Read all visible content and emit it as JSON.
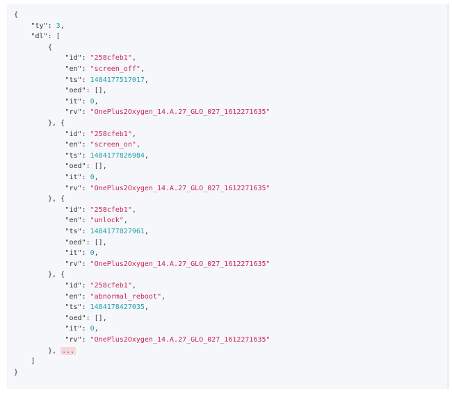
{
  "lines": [
    {
      "indent": 0,
      "parts": [
        {
          "t": "{",
          "c": "p"
        }
      ]
    },
    {
      "indent": 1,
      "parts": [
        {
          "t": "\"ty\"",
          "c": "key"
        },
        {
          "t": ": ",
          "c": "p"
        },
        {
          "t": "3",
          "c": "num"
        },
        {
          "t": ",",
          "c": "p"
        }
      ]
    },
    {
      "indent": 1,
      "parts": [
        {
          "t": "\"dl\"",
          "c": "key"
        },
        {
          "t": ": [",
          "c": "p"
        }
      ]
    },
    {
      "indent": 2,
      "parts": [
        {
          "t": "{",
          "c": "p"
        }
      ]
    },
    {
      "indent": 3,
      "parts": [
        {
          "t": "\"id\"",
          "c": "key"
        },
        {
          "t": ": ",
          "c": "p"
        },
        {
          "t": "\"258cfeb1\"",
          "c": "str"
        },
        {
          "t": ",",
          "c": "p"
        }
      ]
    },
    {
      "indent": 3,
      "parts": [
        {
          "t": "\"en\"",
          "c": "key"
        },
        {
          "t": ": ",
          "c": "p"
        },
        {
          "t": "\"screen_off\"",
          "c": "str"
        },
        {
          "t": ",",
          "c": "p"
        }
      ]
    },
    {
      "indent": 3,
      "parts": [
        {
          "t": "\"ts\"",
          "c": "key"
        },
        {
          "t": ": ",
          "c": "p"
        },
        {
          "t": "1484177517017",
          "c": "num"
        },
        {
          "t": ",",
          "c": "p"
        }
      ]
    },
    {
      "indent": 3,
      "parts": [
        {
          "t": "\"oed\"",
          "c": "key"
        },
        {
          "t": ": [],",
          "c": "p"
        }
      ]
    },
    {
      "indent": 3,
      "parts": [
        {
          "t": "\"it\"",
          "c": "key"
        },
        {
          "t": ": ",
          "c": "p"
        },
        {
          "t": "0",
          "c": "num"
        },
        {
          "t": ",",
          "c": "p"
        }
      ]
    },
    {
      "indent": 3,
      "parts": [
        {
          "t": "\"rv\"",
          "c": "key"
        },
        {
          "t": ": ",
          "c": "p"
        },
        {
          "t": "\"OnePlus2Oxygen_14.A.27_GLO_027_1612271635\"",
          "c": "str"
        }
      ]
    },
    {
      "indent": 2,
      "parts": [
        {
          "t": "}, {",
          "c": "p"
        }
      ]
    },
    {
      "indent": 3,
      "parts": [
        {
          "t": "\"id\"",
          "c": "key"
        },
        {
          "t": ": ",
          "c": "p"
        },
        {
          "t": "\"258cfeb1\"",
          "c": "str"
        },
        {
          "t": ",",
          "c": "p"
        }
      ]
    },
    {
      "indent": 3,
      "parts": [
        {
          "t": "\"en\"",
          "c": "key"
        },
        {
          "t": ": ",
          "c": "p"
        },
        {
          "t": "\"screen_on\"",
          "c": "str"
        },
        {
          "t": ",",
          "c": "p"
        }
      ]
    },
    {
      "indent": 3,
      "parts": [
        {
          "t": "\"ts\"",
          "c": "key"
        },
        {
          "t": ": ",
          "c": "p"
        },
        {
          "t": "1484177826984",
          "c": "num"
        },
        {
          "t": ",",
          "c": "p"
        }
      ]
    },
    {
      "indent": 3,
      "parts": [
        {
          "t": "\"oed\"",
          "c": "key"
        },
        {
          "t": ": [],",
          "c": "p"
        }
      ]
    },
    {
      "indent": 3,
      "parts": [
        {
          "t": "\"it\"",
          "c": "key"
        },
        {
          "t": ": ",
          "c": "p"
        },
        {
          "t": "0",
          "c": "num"
        },
        {
          "t": ",",
          "c": "p"
        }
      ]
    },
    {
      "indent": 3,
      "parts": [
        {
          "t": "\"rv\"",
          "c": "key"
        },
        {
          "t": ": ",
          "c": "p"
        },
        {
          "t": "\"OnePlus2Oxygen_14.A.27_GLO_027_1612271635\"",
          "c": "str"
        }
      ]
    },
    {
      "indent": 2,
      "parts": [
        {
          "t": "}, {",
          "c": "p"
        }
      ]
    },
    {
      "indent": 3,
      "parts": [
        {
          "t": "\"id\"",
          "c": "key"
        },
        {
          "t": ": ",
          "c": "p"
        },
        {
          "t": "\"258cfeb1\"",
          "c": "str"
        },
        {
          "t": ",",
          "c": "p"
        }
      ]
    },
    {
      "indent": 3,
      "parts": [
        {
          "t": "\"en\"",
          "c": "key"
        },
        {
          "t": ": ",
          "c": "p"
        },
        {
          "t": "\"unlock\"",
          "c": "str"
        },
        {
          "t": ",",
          "c": "p"
        }
      ]
    },
    {
      "indent": 3,
      "parts": [
        {
          "t": "\"ts\"",
          "c": "key"
        },
        {
          "t": ": ",
          "c": "p"
        },
        {
          "t": "1484177827961",
          "c": "num"
        },
        {
          "t": ",",
          "c": "p"
        }
      ]
    },
    {
      "indent": 3,
      "parts": [
        {
          "t": "\"oed\"",
          "c": "key"
        },
        {
          "t": ": [],",
          "c": "p"
        }
      ]
    },
    {
      "indent": 3,
      "parts": [
        {
          "t": "\"it\"",
          "c": "key"
        },
        {
          "t": ": ",
          "c": "p"
        },
        {
          "t": "0",
          "c": "num"
        },
        {
          "t": ",",
          "c": "p"
        }
      ]
    },
    {
      "indent": 3,
      "parts": [
        {
          "t": "\"rv\"",
          "c": "key"
        },
        {
          "t": ": ",
          "c": "p"
        },
        {
          "t": "\"OnePlus2Oxygen_14.A.27_GLO_027_1612271635\"",
          "c": "str"
        }
      ]
    },
    {
      "indent": 2,
      "parts": [
        {
          "t": "}, {",
          "c": "p"
        }
      ]
    },
    {
      "indent": 3,
      "parts": [
        {
          "t": "\"id\"",
          "c": "key"
        },
        {
          "t": ": ",
          "c": "p"
        },
        {
          "t": "\"258cfeb1\"",
          "c": "str"
        },
        {
          "t": ",",
          "c": "p"
        }
      ]
    },
    {
      "indent": 3,
      "parts": [
        {
          "t": "\"en\"",
          "c": "key"
        },
        {
          "t": ": ",
          "c": "p"
        },
        {
          "t": "\"abnormal_reboot\"",
          "c": "str"
        },
        {
          "t": ",",
          "c": "p"
        }
      ]
    },
    {
      "indent": 3,
      "parts": [
        {
          "t": "\"ts\"",
          "c": "key"
        },
        {
          "t": ": ",
          "c": "p"
        },
        {
          "t": "1484178427035",
          "c": "num"
        },
        {
          "t": ",",
          "c": "p"
        }
      ]
    },
    {
      "indent": 3,
      "parts": [
        {
          "t": "\"oed\"",
          "c": "key"
        },
        {
          "t": ": [],",
          "c": "p"
        }
      ]
    },
    {
      "indent": 3,
      "parts": [
        {
          "t": "\"it\"",
          "c": "key"
        },
        {
          "t": ": ",
          "c": "p"
        },
        {
          "t": "0",
          "c": "num"
        },
        {
          "t": ",",
          "c": "p"
        }
      ]
    },
    {
      "indent": 3,
      "parts": [
        {
          "t": "\"rv\"",
          "c": "key"
        },
        {
          "t": ": ",
          "c": "p"
        },
        {
          "t": "\"OnePlus2Oxygen_14.A.27_GLO_027_1612271635\"",
          "c": "str"
        }
      ]
    },
    {
      "indent": 2,
      "parts": [
        {
          "t": "}, ",
          "c": "p"
        },
        {
          "t": "...",
          "c": "ellipsis"
        }
      ]
    },
    {
      "indent": 1,
      "parts": [
        {
          "t": "]",
          "c": "p"
        }
      ]
    },
    {
      "indent": 0,
      "parts": [
        {
          "t": "}",
          "c": "p"
        }
      ]
    }
  ],
  "colors": {
    "panel_bg": "#f6f7fb",
    "string": "#c7254e",
    "number": "#1e9fa8",
    "punctuation": "#333333"
  }
}
